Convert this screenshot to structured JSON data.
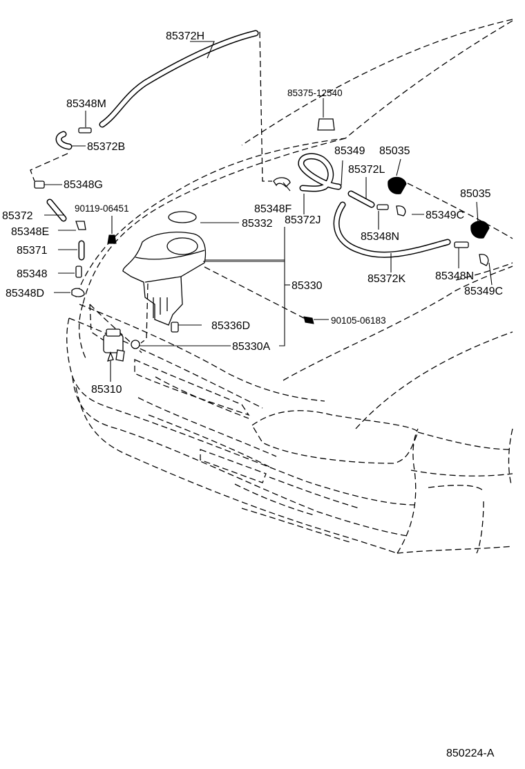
{
  "labels": {
    "l_85372H": "85372H",
    "l_85348M": "85348M",
    "l_85372B": "85372B",
    "l_85348G": "85348G",
    "l_85372": "85372",
    "l_90119": "90119-06451",
    "l_85348E": "85348E",
    "l_85371": "85371",
    "l_85348": "85348",
    "l_85348D": "85348D",
    "l_85310": "85310",
    "l_85375": "85375-12540",
    "l_85349": "85349",
    "l_85035a": "85035",
    "l_85372L": "85372L",
    "l_85035b": "85035",
    "l_85348F": "85348F",
    "l_85332": "85332",
    "l_85372J": "85372J",
    "l_85349C_a": "85349C",
    "l_85348N_a": "85348N",
    "l_85372K": "85372K",
    "l_85348N_b": "85348N",
    "l_85349C_b": "85349C",
    "l_85330": "85330",
    "l_90105": "90105-06183",
    "l_85336D": "85336D",
    "l_85330A": "85330A",
    "l_ref": "850224-A"
  }
}
